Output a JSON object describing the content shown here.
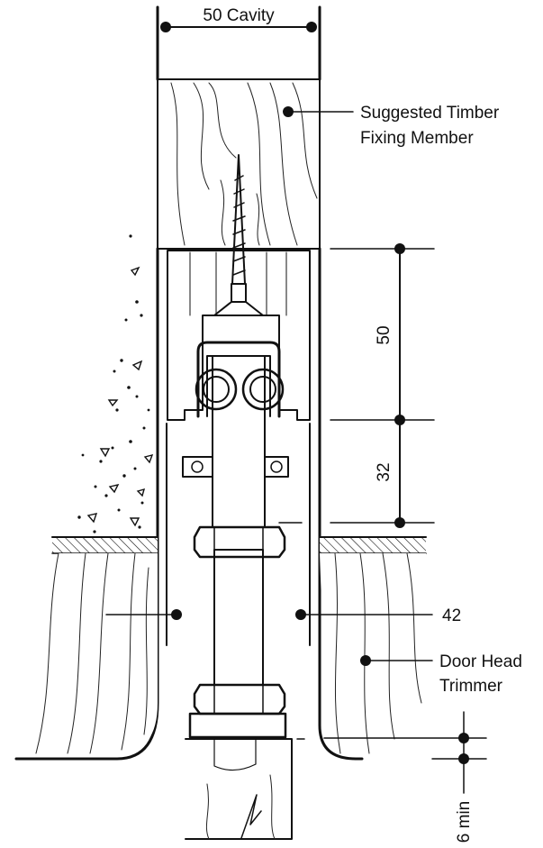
{
  "diagram": {
    "cavity_label": "50 Cavity",
    "timber_label_line1": "Suggested Timber",
    "timber_label_line2": "Fixing Member",
    "dim_50": "50",
    "dim_32": "32",
    "dim_42": "42",
    "trimmer_label_line1": "Door Head",
    "trimmer_label_line2": "Trimmer",
    "dim_6min": "6 min"
  }
}
